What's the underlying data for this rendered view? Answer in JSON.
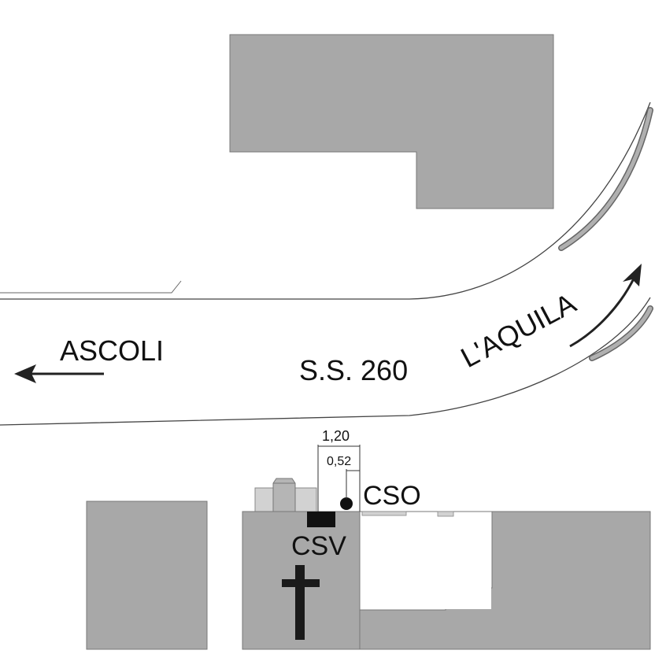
{
  "labels": {
    "west_direction": "ASCOLI",
    "east_direction": "L'AQUILA",
    "road_name": "S.S. 260",
    "station_cso": "CSO",
    "station_csv": "CSV",
    "dimension_total": "1,20",
    "dimension_offset": "0,52"
  },
  "colors": {
    "building_fill": "#a8a8a8",
    "building_stroke": "#777777",
    "line": "#444444",
    "marker": "#111111",
    "light_block": "#d2d2d2",
    "background": "#ffffff"
  },
  "icons": {
    "chapel_symbol": "cross-icon",
    "direction_west": "arrow-left-icon",
    "direction_east": "arrow-curved-up-right-icon"
  }
}
